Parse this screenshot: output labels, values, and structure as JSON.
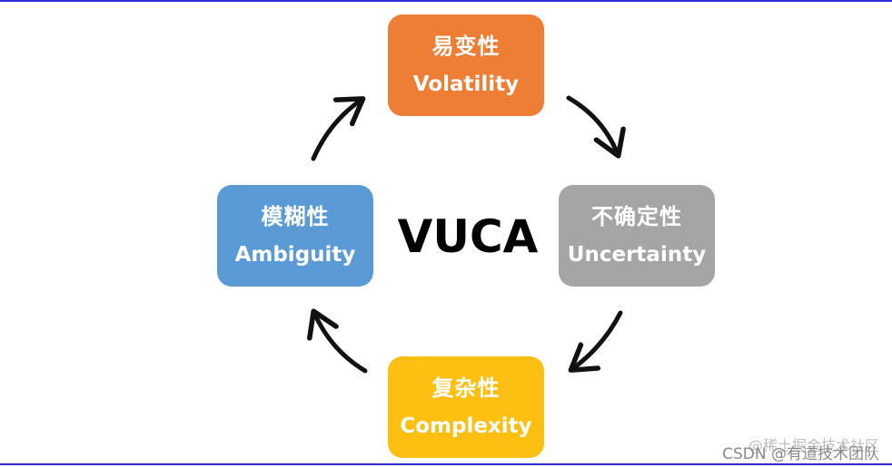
{
  "center_title": "VUCA",
  "boxes": {
    "volatility": {
      "zh": "易变性",
      "en": "Volatility",
      "color": "#ee7e33"
    },
    "uncertainty": {
      "zh": "不确定性",
      "en": "Uncertainty",
      "color": "#a5a5a5"
    },
    "complexity": {
      "zh": "复杂性",
      "en": "Complexity",
      "color": "#fdbf12"
    },
    "ambiguity": {
      "zh": "模糊性",
      "en": "Ambiguity",
      "color": "#5b9bd5"
    }
  },
  "flow_order": [
    "volatility",
    "uncertainty",
    "complexity",
    "ambiguity"
  ],
  "watermark": {
    "line1": "@稀土掘金技术社区",
    "line2": "CSDN @有道技术团队"
  },
  "colors": {
    "rule": "#2b2bd6",
    "arrow": "#111111",
    "title": "#000000"
  }
}
